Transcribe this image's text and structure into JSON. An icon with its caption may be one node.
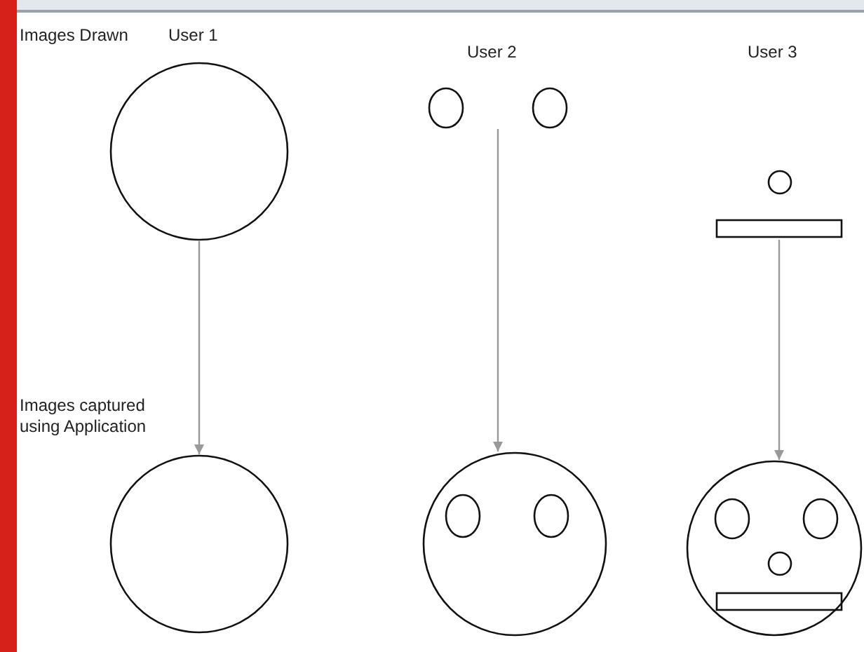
{
  "diagram": {
    "nodes": [
      {
        "text": [],
        "shape": "circle"
      },
      {
        "text": [],
        "shape": "picture"
      },
      {
        "text": [],
        "shape": "picture"
      },
      {
        "text": [],
        "shape": "circle"
      },
      {
        "text": [],
        "shape": "picture"
      },
      {
        "text": [],
        "shape": "picture"
      }
    ],
    "edges": [
      {
        "from": 0,
        "to": 3,
        "arrow": "to"
      },
      {
        "from": 1,
        "to": 4,
        "arrow": "to"
      },
      {
        "from": 2,
        "to": 5,
        "arrow": "to"
      }
    ],
    "labels": [
      "Images Drawn",
      "User 1",
      "User 2",
      "User 3",
      "Images captured using Application"
    ]
  }
}
